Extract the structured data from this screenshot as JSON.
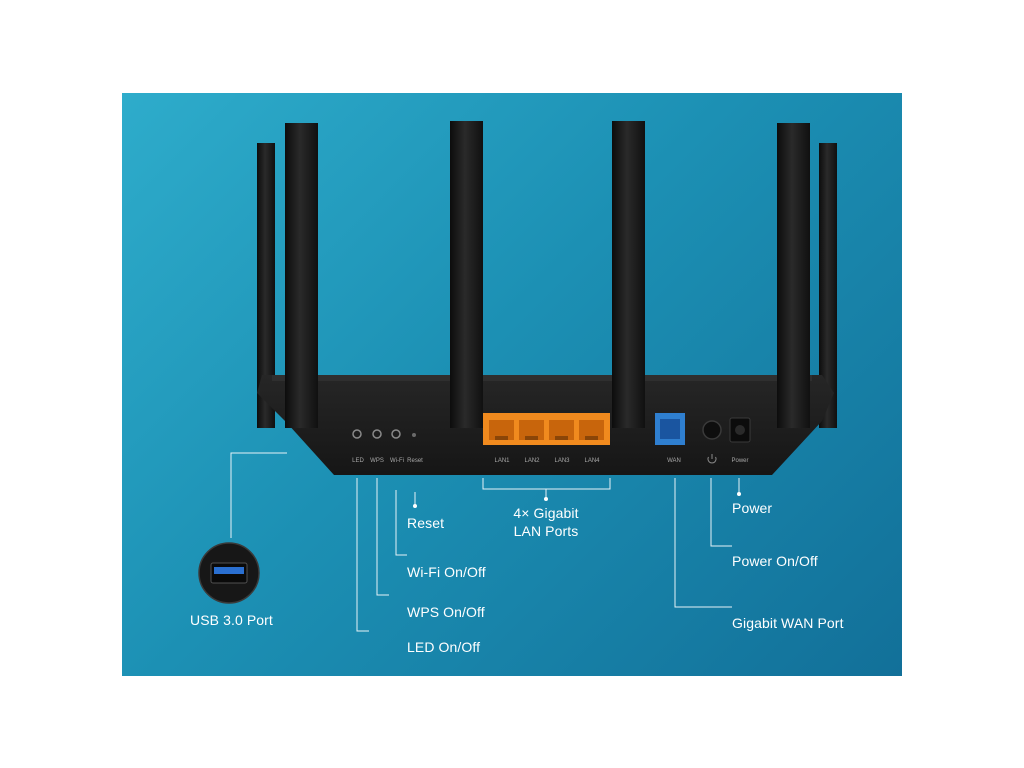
{
  "router": {
    "panel_labels": {
      "led": "LED",
      "wps": "WPS",
      "wifi": "Wi-Fi",
      "reset": "Reset",
      "lan1": "LAN1",
      "lan2": "LAN2",
      "lan3": "LAN3",
      "lan4": "LAN4",
      "wan": "WAN",
      "power": "Power"
    },
    "colors": {
      "lan_ports": "#f08a1e",
      "wan_port": "#2f7fd0",
      "body": "#1a1a1a"
    }
  },
  "callouts": {
    "usb": "USB 3.0 Port",
    "reset": "Reset",
    "wifi": "Wi-Fi On/Off",
    "wps": "WPS On/Off",
    "led": "LED On/Off",
    "lan_line1": "4× Gigabit",
    "lan_line2": "LAN Ports",
    "power": "Power",
    "power_onoff": "Power On/Off",
    "wan": "Gigabit WAN Port"
  }
}
